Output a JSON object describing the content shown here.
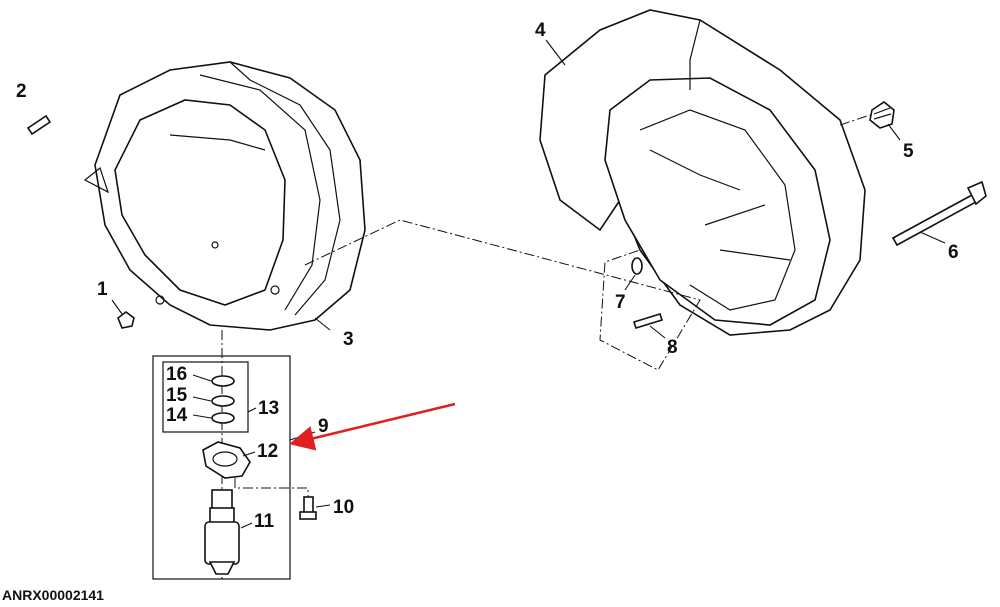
{
  "diagram": {
    "reference_code": "ANRX00002141",
    "callouts": {
      "c1": "1",
      "c2": "2",
      "c3": "3",
      "c4": "4",
      "c5": "5",
      "c6": "6",
      "c7": "7",
      "c8": "8",
      "c9": "9",
      "c10": "10",
      "c11": "11",
      "c12": "12",
      "c13": "13",
      "c14": "14",
      "c15": "15",
      "c16": "16"
    },
    "highlight_arrow_color": "#e02020"
  }
}
